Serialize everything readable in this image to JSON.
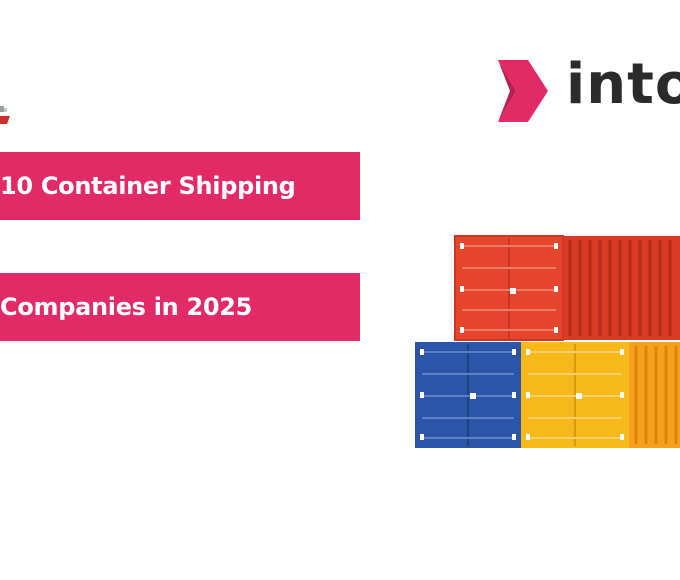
{
  "banner": {
    "line1": "10 Container Shipping",
    "line2": "Companies in 2025"
  },
  "logo": {
    "text": "into",
    "brand_color": "#e22a66"
  },
  "colors": {
    "accent": "#e22a66",
    "container_red": "#e6452d",
    "container_blue": "#2a55a8",
    "container_yellow": "#f7b81a",
    "container_orange": "#f4a11f"
  },
  "icons": [
    "ship-icon",
    "logo-chevron-icon"
  ]
}
